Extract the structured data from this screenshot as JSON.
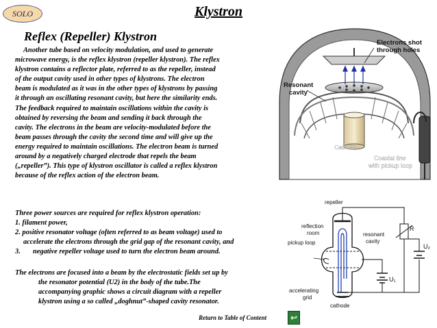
{
  "badge": "SOLO",
  "title": "Klystron",
  "subtitle": "Reflex (Repeller) Klystron",
  "paragraph1": [
    "Another tube based on velocity modulation, and used to generate",
    "microwave energy, is the reflex klystron (repeller klystron). The reflex",
    "klystron contains a reflector plate, referred to as the repeller, instead",
    "of the output cavity used in other types of klystrons. The electron",
    "beam is modulated as it was in the other types of klystrons by passing",
    "it through an oscillating resonant cavity, but here the similarity ends.",
    "The feedback required to maintain oscillations within the cavity is",
    "obtained by reversing the beam and sending it back through the",
    "cavity. The electrons in the beam are velocity-modulated before the",
    "beam passes through the cavity the second time and will give up the",
    "energy required to maintain oscillations. The electron beam is turned",
    "around by a negatively charged electrode that repels the beam",
    "(„repeller”). This type of klystron oscillator is called a reflex klystron",
    "because of the reflex action of the electron beam."
  ],
  "power": {
    "intro": "Three power sources are required for reflex klystron operation:",
    "item1": "1. filament power,",
    "item2a": "2. positive resonator voltage (often referred to as beam voltage) used to",
    "item2b": "accelerate the electrons through the grid gap of the resonant cavity, and",
    "item3_num": "3.",
    "item3": "negative repeller voltage used to turn the electron beam around."
  },
  "focus": {
    "line1": "The electrons are focused into a beam by the electrostatic fields set up by",
    "line2": "the resonator potential (U2) in the body of the tube.The",
    "line3": "accompanying graphic shows a circuit diagram with a repeller",
    "line4": "klystron using a so called „doghnut”-shaped cavity resonator."
  },
  "figure1": {
    "label_electrons1": "Electrons shot",
    "label_electrons2": "through holes",
    "label_resonant1": "Resonant",
    "label_resonant2": "cavity",
    "label_cathode": "Cathode",
    "label_coax1": "Coaxial line",
    "label_coax2": "with pickup loop"
  },
  "figure2": {
    "repeller": "repeller",
    "reflection1": "reflection",
    "reflection2": "room",
    "pickup": "pickup loop",
    "resonant1": "resonant",
    "resonant2": "cavity",
    "r": "R",
    "u2": "U₂",
    "u1": "U₁",
    "accel1": "accelerating",
    "accel2": "grid",
    "cathode": "cathode"
  },
  "footer": {
    "return_label": "Return to Table of Content",
    "return_icon": "u-turn-arrow-icon"
  }
}
